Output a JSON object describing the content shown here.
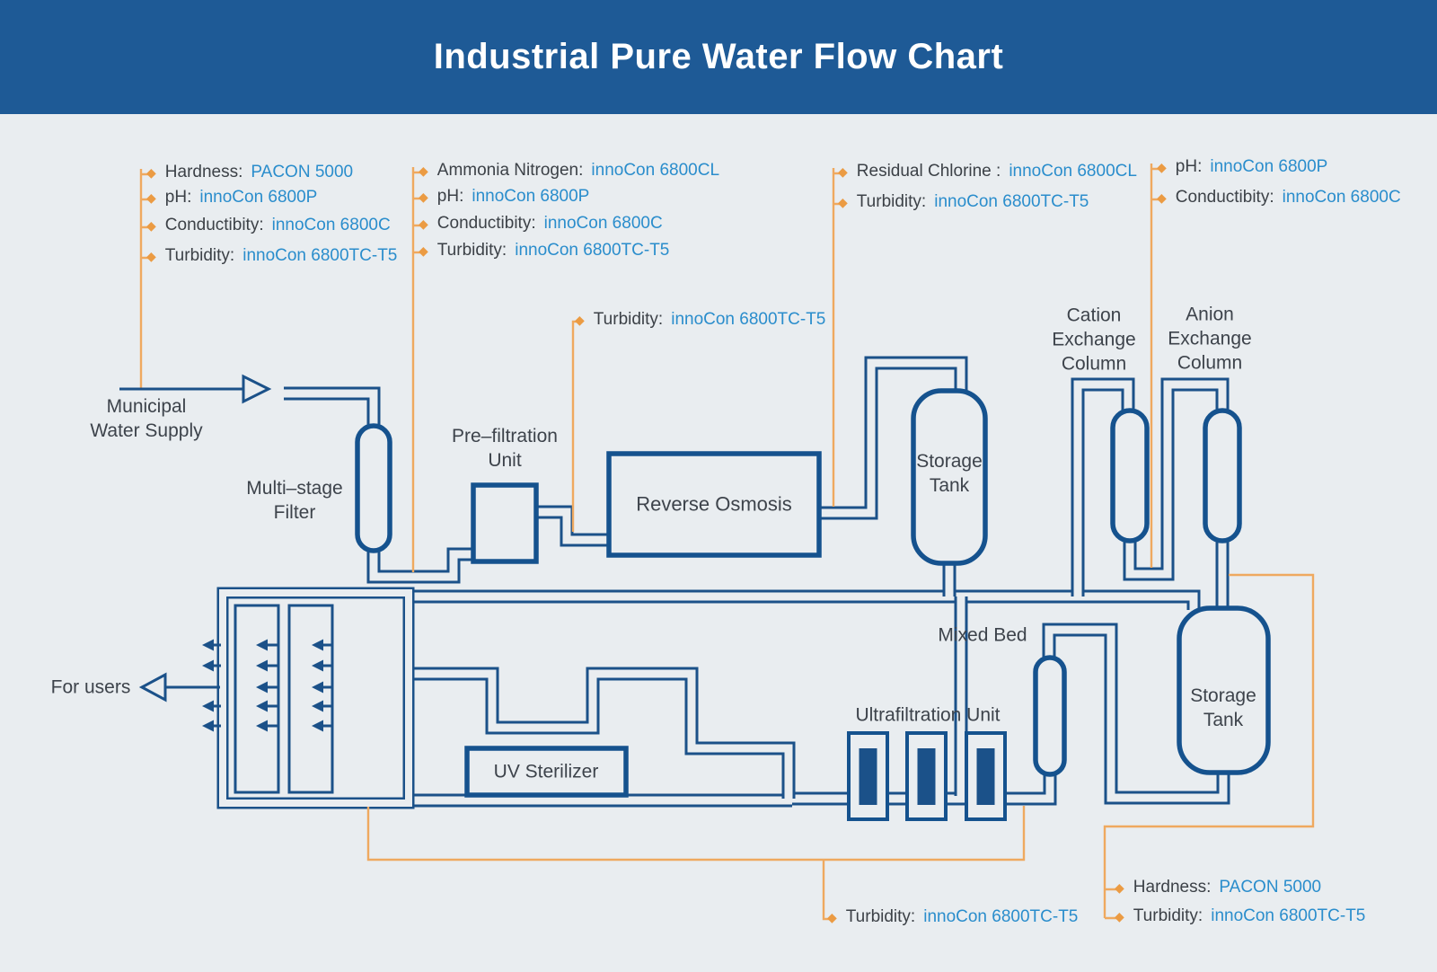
{
  "title": "Industrial Pure Water Flow Chart",
  "colors": {
    "header_bg": "#1e5a96",
    "canvas_bg": "#e9edf0",
    "pipe_navy": "#1b5189",
    "equipment_navy": "#15528e",
    "sensor_line_orange": "#efa95f",
    "diamond_orange": "#eb9b43",
    "value_blue": "#2a8dcc",
    "label_dark": "#3c4147"
  },
  "icons": {
    "diamond_bullet": "◆"
  },
  "equipment": {
    "municipal_supply": {
      "line1": "Municipal",
      "line2": "Water Supply"
    },
    "multi_stage_filter": {
      "line1": "Multi–stage",
      "line2": "Filter"
    },
    "pre_filtration": {
      "line1": "Pre–filtration",
      "line2": "Unit"
    },
    "reverse_osmosis": {
      "label": "Reverse Osmosis"
    },
    "storage_tank_1": {
      "line1": "Storage",
      "line2": "Tank"
    },
    "cation_column": {
      "line1": "Cation",
      "line2": "Exchange",
      "line3": "Column"
    },
    "anion_column": {
      "line1": "Anion",
      "line2": "Exchange",
      "line3": "Column"
    },
    "mixed_bed": {
      "label": "Mixed Bed"
    },
    "storage_tank_2": {
      "line1": "Storage",
      "line2": "Tank"
    },
    "ultrafiltration": {
      "label": "Ultrafiltration Unit"
    },
    "uv_sterilizer": {
      "label": "UV Sterilizer"
    },
    "for_users": {
      "label": "For users"
    }
  },
  "sensors": {
    "municipal_inlet": {
      "rows": [
        {
          "label": "Hardness:",
          "value": "PACON 5000"
        },
        {
          "label": "pH:",
          "value": "innoCon 6800P"
        },
        {
          "label": "Conductibity:",
          "value": "innoCon 6800C"
        },
        {
          "label": "Turbidity:",
          "value": "innoCon 6800TC-T5"
        }
      ]
    },
    "pre_filtration_inlet": {
      "rows": [
        {
          "label": "Ammonia Nitrogen:",
          "value": "innoCon 6800CL"
        },
        {
          "label": "pH:",
          "value": "innoCon 6800P"
        },
        {
          "label": "Conductibity:",
          "value": "innoCon 6800C"
        },
        {
          "label": "Turbidity:",
          "value": "innoCon 6800TC-T5"
        }
      ]
    },
    "ro_feed": {
      "rows": [
        {
          "label": "Turbidity:",
          "value": "innoCon 6800TC-T5"
        }
      ]
    },
    "ro_permeate": {
      "rows": [
        {
          "label": "Residual Chlorine :",
          "value": "innoCon 6800CL"
        },
        {
          "label": "Turbidity:",
          "value": "innoCon 6800TC-T5"
        }
      ]
    },
    "di_transfer": {
      "rows": [
        {
          "label": "pH:",
          "value": "innoCon 6800P"
        },
        {
          "label": "Conductibity:",
          "value": "innoCon 6800C"
        }
      ]
    },
    "final_outlet": {
      "rows": [
        {
          "label": "Hardness:",
          "value": "PACON 5000"
        },
        {
          "label": "Turbidity:",
          "value": "innoCon 6800TC-T5"
        }
      ]
    },
    "distribution_loop": {
      "rows": [
        {
          "label": "Turbidity:",
          "value": "innoCon 6800TC-T5"
        }
      ]
    }
  }
}
